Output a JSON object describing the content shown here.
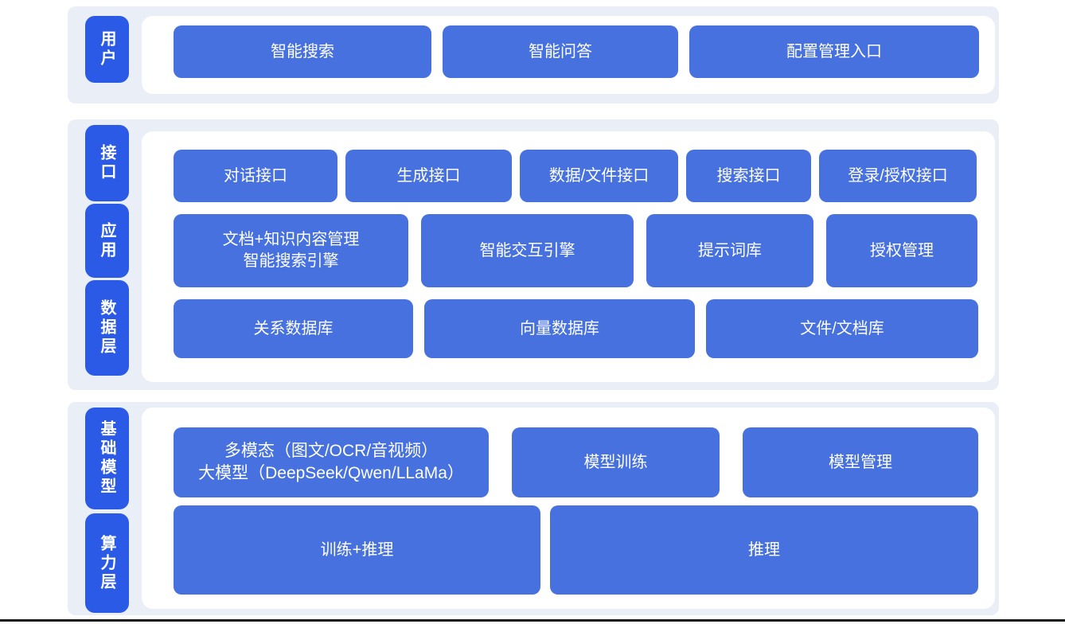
{
  "colors": {
    "page_bg": "#ffffff",
    "section_card_bg": "#e9eef7",
    "layer_pill_bg": "#2b5be6",
    "block_bg": "#4671de",
    "text": "#ffffff",
    "footer_line": "#17181a"
  },
  "layers": {
    "user": {
      "label": "用户",
      "row": {
        "b1": "智能搜索",
        "b2": "智能问答",
        "b3": "配置管理入口"
      }
    },
    "middle": {
      "label_interface": "接口",
      "label_app": "应用",
      "label_data": "数据层",
      "interface_row": {
        "b1": "对话接口",
        "b2": "生成接口",
        "b3": "数据/文件接口",
        "b4": "搜索接口",
        "b5": "登录/授权接口"
      },
      "app_row": {
        "b1": "文档+知识内容管理\n智能搜索引擎",
        "b2": "智能交互引擎",
        "b3": "提示词库",
        "b4": "授权管理"
      },
      "data_row": {
        "b1": "关系数据库",
        "b2": "向量数据库",
        "b3": "文件/文档库"
      }
    },
    "base": {
      "label_model": "基础模型",
      "label_compute": "算力层",
      "model_row": {
        "b1": "多模态（图文/OCR/音视频）\n大模型（DeepSeek/Qwen/LLaMa）",
        "b2": "模型训练",
        "b3": "模型管理"
      },
      "compute_row": {
        "b1": "训练+推理",
        "b2": "推理"
      }
    }
  }
}
